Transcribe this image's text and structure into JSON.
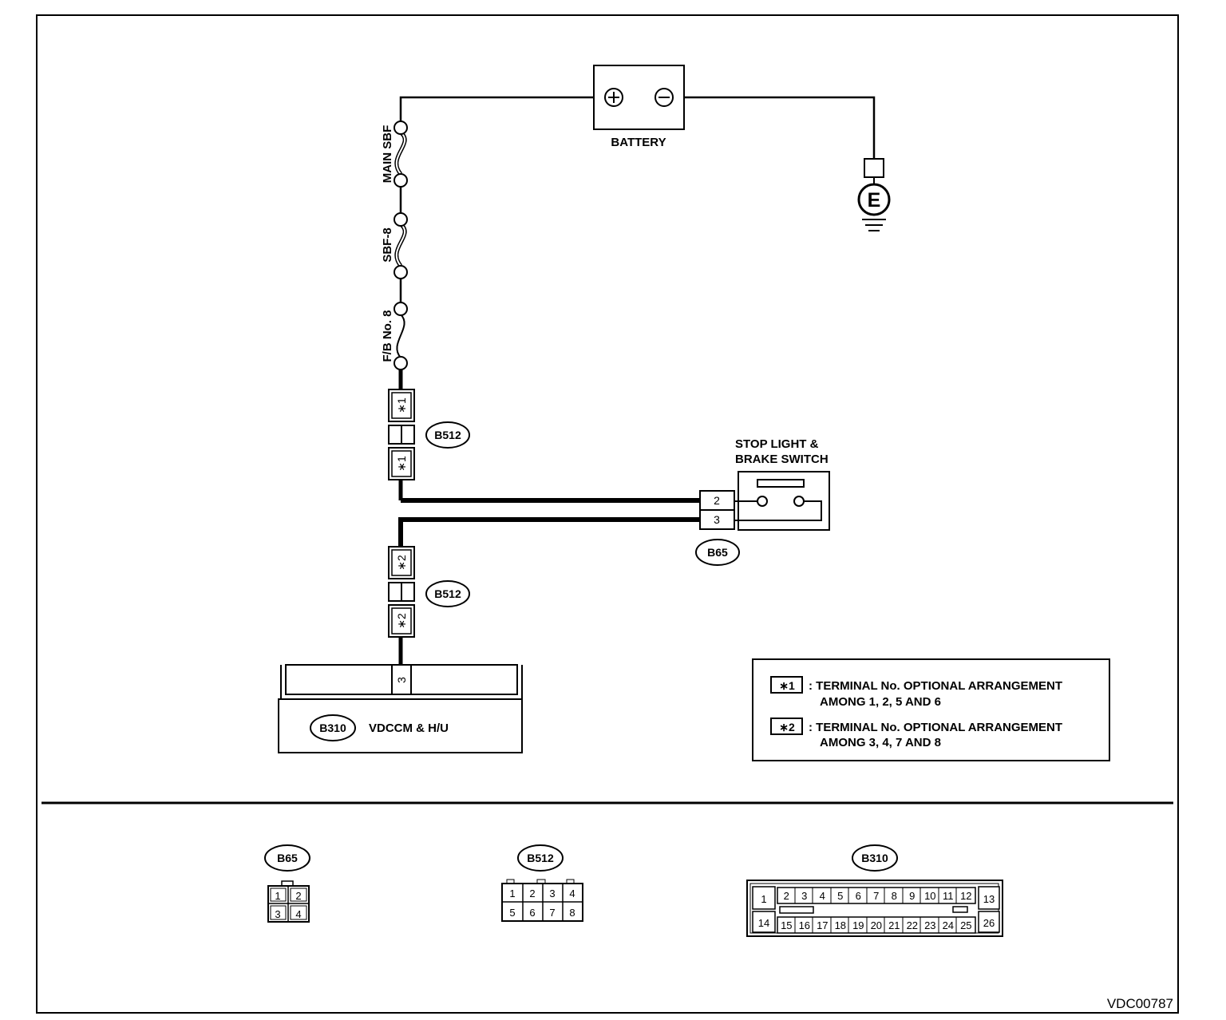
{
  "diagram_id": "VDC00787",
  "battery": {
    "label": "BATTERY",
    "positive": "+",
    "negative": "−"
  },
  "ground": {
    "label": "E"
  },
  "fuses": [
    {
      "label": "MAIN SBF"
    },
    {
      "label": "SBF-8"
    },
    {
      "label": "F/B No. 8"
    }
  ],
  "connectors": {
    "b512": "B512",
    "b65": "B65",
    "b310": "B310"
  },
  "star1": "∗1",
  "star2": "∗2",
  "switch": {
    "line1": "STOP LIGHT &",
    "line2": "BRAKE SWITCH",
    "term_a": "2",
    "term_b": "3"
  },
  "module": {
    "label": "VDCCM & H/U",
    "terminal": "3"
  },
  "legend": [
    {
      "key": "∗1",
      "line1": ": TERMINAL No. OPTIONAL ARRANGEMENT",
      "line2": "AMONG 1, 2, 5 AND 6"
    },
    {
      "key": "∗2",
      "line1": ": TERMINAL No. OPTIONAL ARRANGEMENT",
      "line2": "AMONG 3, 4, 7 AND 8"
    }
  ],
  "pinouts": {
    "b65": [
      "1",
      "2",
      "3",
      "4"
    ],
    "b512": [
      "1",
      "2",
      "3",
      "4",
      "5",
      "6",
      "7",
      "8"
    ],
    "b310": {
      "left_top": "1",
      "left_bottom": "14",
      "top_row": [
        "2",
        "3",
        "4",
        "5",
        "6",
        "7",
        "8",
        "9",
        "10",
        "11",
        "12"
      ],
      "bottom_row": [
        "15",
        "16",
        "17",
        "18",
        "19",
        "20",
        "21",
        "22",
        "23",
        "24",
        "25"
      ],
      "right_top": "13",
      "right_bottom": "26"
    }
  }
}
